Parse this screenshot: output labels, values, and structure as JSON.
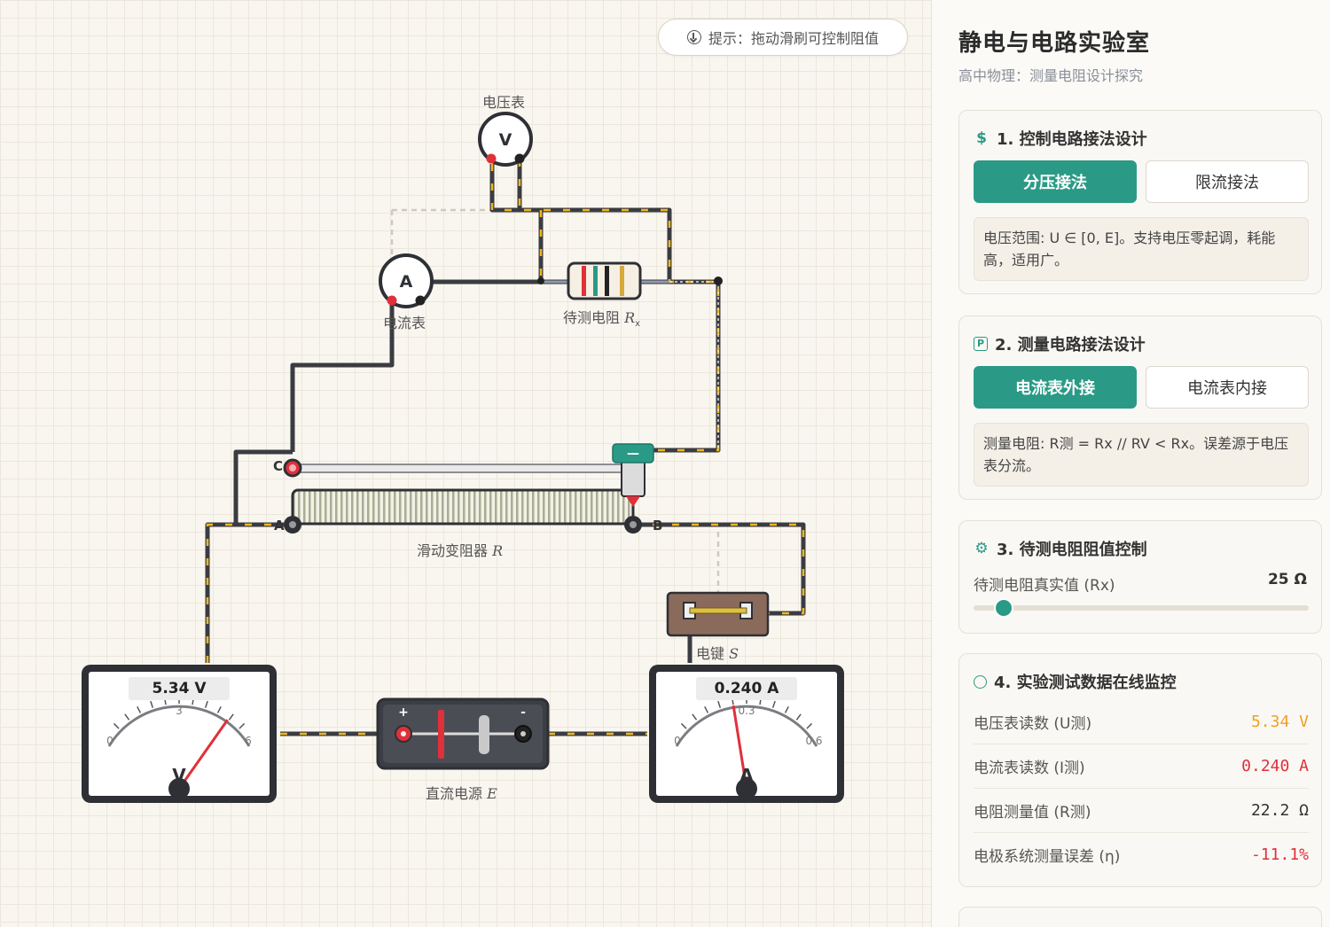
{
  "hint": {
    "icon": "download-circle-icon",
    "text": "提示：拖动滑刷可控制阻值"
  },
  "circuit": {
    "voltmeter_symbol": "V",
    "voltmeter_label": "电压表",
    "ammeter_symbol": "A",
    "ammeter_label": "电流表",
    "resistor_label": "待测电阻",
    "resistor_symbol": "R",
    "resistor_sub": "x",
    "rheostat_label": "滑动变阻器",
    "rheostat_symbol": "R",
    "node_c": "C",
    "node_a": "A",
    "node_b": "B",
    "slider_symbol": "—",
    "switch_label": "电键",
    "switch_symbol": "S",
    "source_label": "直流电源",
    "source_symbol": "E",
    "source_plus": "+",
    "source_minus": "-",
    "big_voltmeter": {
      "reading": "5.34 V",
      "ticks": [
        "0",
        "3",
        "6"
      ],
      "symbol": "V",
      "value": 5.34,
      "max": 6
    },
    "big_ammeter": {
      "reading": "0.240 A",
      "ticks": [
        "0",
        "0.3",
        "0.6"
      ],
      "symbol": "A",
      "value": 0.24,
      "max": 0.6
    }
  },
  "sidebar": {
    "title": "静电与电路实验室",
    "subtitle": "高中物理：测量电阻设计探究",
    "section1": {
      "icon": "dollar-icon",
      "title": "1. 控制电路接法设计",
      "options": [
        "分压接法",
        "限流接法"
      ],
      "selected": "分压接法",
      "desc": "电压范围: U ∈ [0, E]。支持电压零起调，耗能高，适用广。"
    },
    "section2": {
      "icon": "parking-icon",
      "title": "2. 测量电路接法设计",
      "options": [
        "电流表外接",
        "电流表内接"
      ],
      "selected": "电流表外接",
      "desc": "测量电阻: R测 = Rx // RV < Rx。误差源于电压表分流。"
    },
    "section3": {
      "icon": "gear-icon",
      "title": "3. 待测电阻阻值控制",
      "slider_label": "待测电阻真实值 (Rx)",
      "slider_value": "25 Ω",
      "slider_fraction": 0.09
    },
    "section4": {
      "icon": "pie-chart-icon",
      "title": "4. 实验测试数据在线监控",
      "rows": [
        {
          "label": "电压表读数 (U测)",
          "value": "5.34 V",
          "color": "#f0a020"
        },
        {
          "label": "电流表读数 (I测)",
          "value": "0.240 A",
          "color": "#e0303a"
        },
        {
          "label": "电阻测量值 (R测)",
          "value": "22.2 Ω",
          "color": "#333333"
        },
        {
          "label": "电极系统测量误差 (η)",
          "value": "-11.1%",
          "color": "#e0303a"
        }
      ]
    }
  }
}
